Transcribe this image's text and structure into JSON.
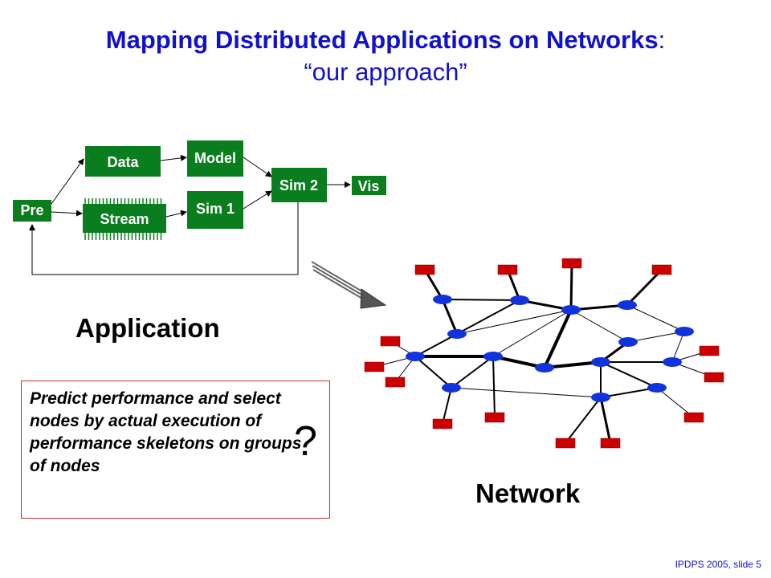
{
  "slide": {
    "title_main": "Mapping Distributed Applications on Networks",
    "title_colon": ":",
    "title_sub": "“our approach”",
    "application_label": "Application",
    "network_label": "Network",
    "predict_text": "Predict performance and select nodes by actual execution of performance skeletons on groups of nodes",
    "question_mark": "?",
    "footer": "IPDPS 2005,  slide 5"
  },
  "app_graph": {
    "boxes": {
      "pre": "Pre",
      "data": "Data",
      "stream": "Stream",
      "model": "Model",
      "sim1": "Sim 1",
      "sim2": "Sim 2",
      "vis": "Vis"
    }
  },
  "colors": {
    "title": "#1111cc",
    "app_box": "#0a7d1e",
    "net_host": "#cc0000",
    "net_router": "#1133dd"
  }
}
